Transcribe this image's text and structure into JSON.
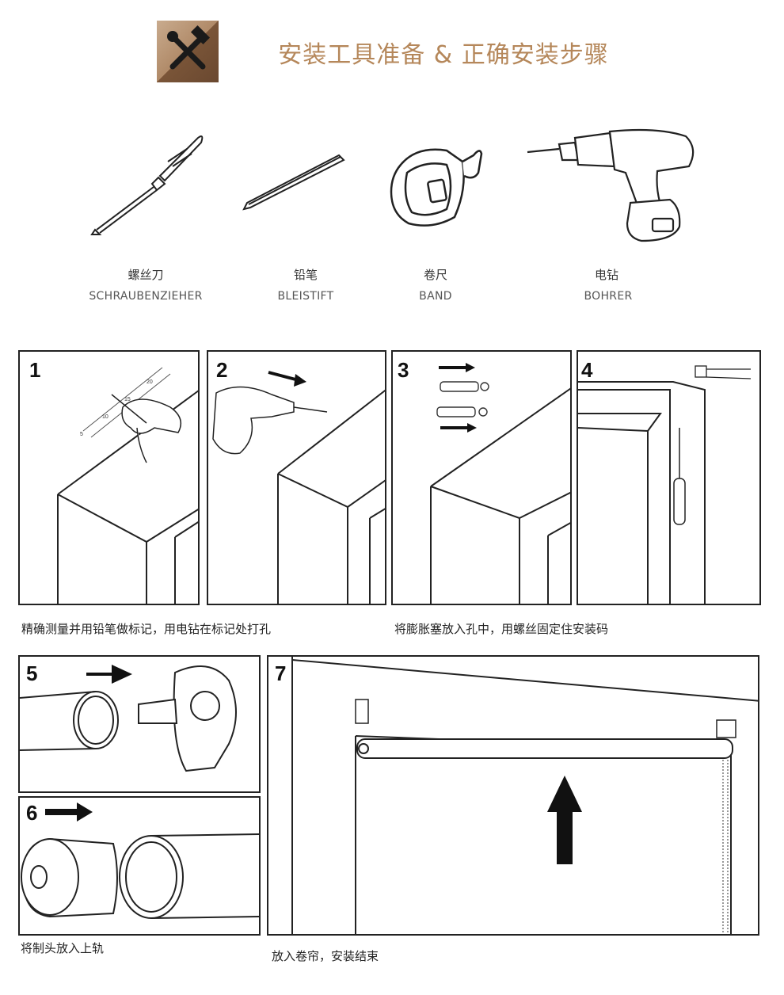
{
  "header": {
    "title": "安装工具准备 & 正确安装步骤",
    "badge_icon": "tools-icon",
    "accent_color": "#b5875a"
  },
  "tools": [
    {
      "name_cn": "螺丝刀",
      "name_en": "SCHRAUBENZIEHER",
      "icon": "screwdriver-icon"
    },
    {
      "name_cn": "铅笔",
      "name_en": "BLEISTIFT",
      "icon": "pencil-icon"
    },
    {
      "name_cn": "卷尺",
      "name_en": "BAND",
      "icon": "tape-measure-icon"
    },
    {
      "name_cn": "电钻",
      "name_en": "BOHRER",
      "icon": "drill-icon"
    }
  ],
  "steps": [
    {
      "number": "1"
    },
    {
      "number": "2"
    },
    {
      "number": "3"
    },
    {
      "number": "4"
    },
    {
      "number": "5"
    },
    {
      "number": "6"
    },
    {
      "number": "7"
    }
  ],
  "captions": {
    "steps_1_2": "精确测量并用铅笔做标记，用电钻在标记处打孔",
    "steps_3_4": "将膨胀塞放入孔中，用螺丝固定住安装码",
    "steps_5_6": "将制头放入上轨",
    "step_7": "放入卷帘，安装结束"
  },
  "ruler_ticks": [
    "5",
    "10",
    "15",
    "20"
  ]
}
